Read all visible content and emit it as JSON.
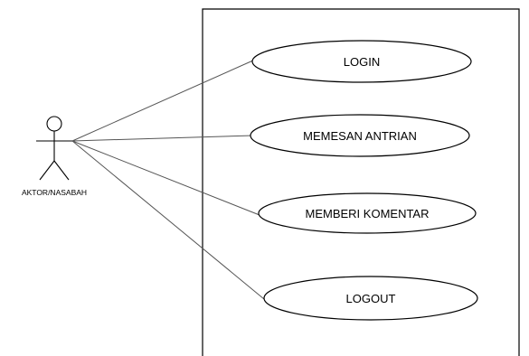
{
  "diagram": {
    "type": "use-case",
    "actor": {
      "label": "AKTOR/NASABAH"
    },
    "use_cases": [
      {
        "label": "LOGIN"
      },
      {
        "label": "MEMESAN ANTRIAN"
      },
      {
        "label": "MEMBERI KOMENTAR"
      },
      {
        "label": "LOGOUT"
      }
    ],
    "colors": {
      "stroke": "#000000",
      "background": "#ffffff"
    }
  }
}
